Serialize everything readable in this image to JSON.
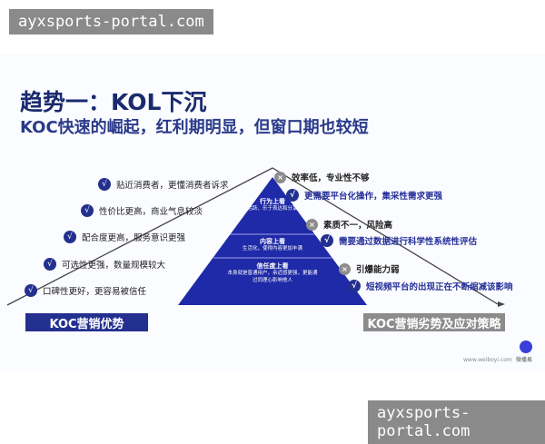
{
  "watermark_top": "ayxsports-portal.com",
  "watermark_bottom": "ayxsports-portal.com",
  "title": "趋势一：KOL下沉",
  "subtitle": "KOC快速的崛起，红利期明显，但窗口期也较短",
  "advantages": [
    "贴近消费者，更懂消费者诉求",
    "性价比更高，商业气息较淡",
    "配合度更高，服务意识更强",
    "可选性更强，数量规模较大",
    "口碑性更好，更容易被信任"
  ],
  "pyramid": [
    {
      "head": "行为上看",
      "body": "活跃、乐于表达和分享"
    },
    {
      "head": "内容上看",
      "body": "生活化，使得内容更加丰满"
    },
    {
      "head": "信任度上看",
      "body": "本身就是普通用户，亲近感更强，更能通过同理心影响他人"
    }
  ],
  "disadvantages": [
    {
      "problem": "效率低，专业性不够",
      "solution": "更需要平台化操作，集采性需求更强"
    },
    {
      "problem": "素质不一，风险高",
      "solution": "需要通过数据进行科学性系统性评估"
    },
    {
      "problem": "引爆能力弱",
      "solution": "短视频平台的出现正在不断缩减该影响"
    }
  ],
  "left_label": "KOC营销优势",
  "right_label": "KOC营销劣势及应对策略",
  "footer_url": "www.weiboyi.com",
  "logo_text": "微播易",
  "colors": {
    "navy": "#24308f",
    "grey": "#8c8c8c"
  }
}
